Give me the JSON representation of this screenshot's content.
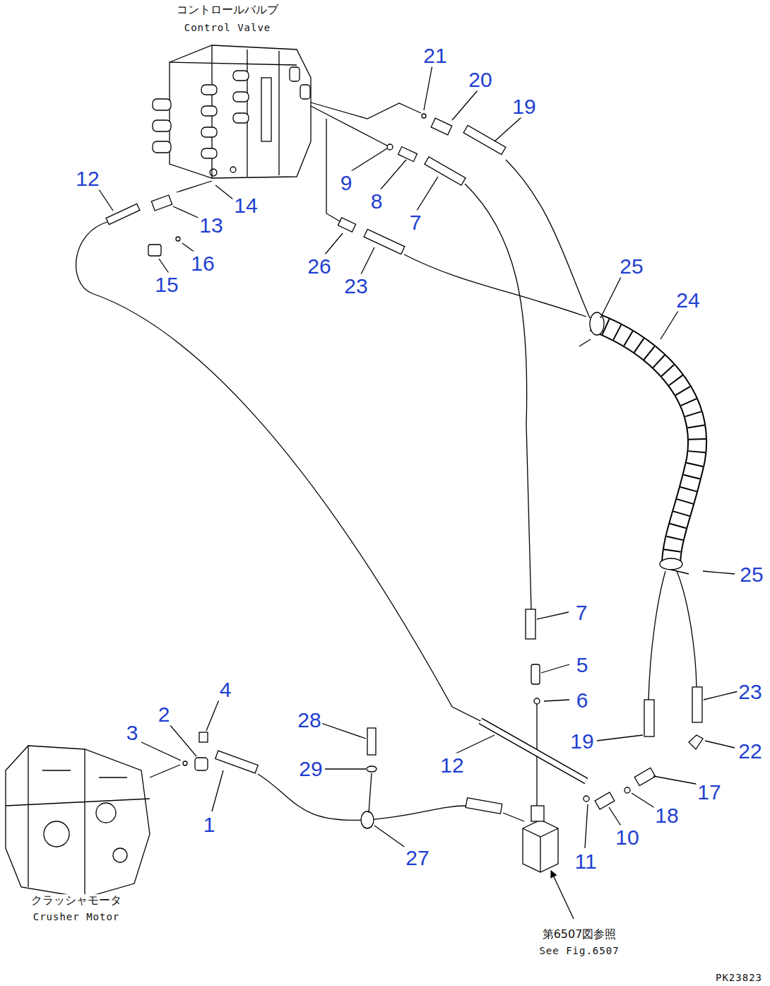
{
  "diagram": {
    "labels": [
      "コントロールバルブ",
      "Control Valve",
      "21",
      "20",
      "19",
      "9",
      "8",
      "7",
      "12",
      "13",
      "14",
      "26",
      "23",
      "16",
      "15",
      "25",
      "24",
      "7",
      "5",
      "6",
      "25",
      "23",
      "28",
      "4",
      "2",
      "3",
      "29",
      "12",
      "19",
      "22",
      "17",
      "1",
      "27",
      "10",
      "18",
      "11",
      "第6507図参照",
      "See Fig.6507",
      "クラッシャモータ",
      "Crusher Motor",
      "PK23823"
    ]
  }
}
